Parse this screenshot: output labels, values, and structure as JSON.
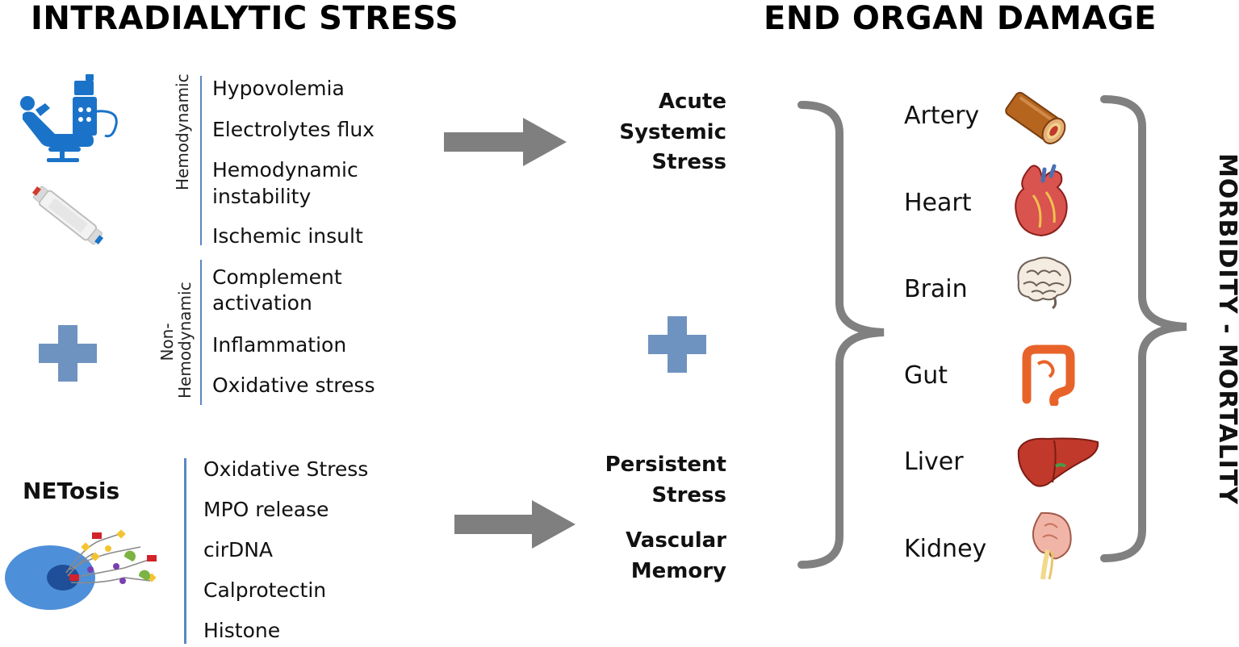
{
  "titles": {
    "left": "INTRADIALYTIC STRESS",
    "right": "END ORGAN DAMAGE"
  },
  "hemodynamic": {
    "label": "Hemodynamic",
    "items": [
      "Hypovolemia",
      "Electrolytes flux",
      "Hemodynamic",
      "instability",
      "Ischemic insult"
    ]
  },
  "non_hemodynamic": {
    "label_line1": "Non-",
    "label_line2": "Hemodynamic",
    "items": [
      "Complement",
      "activation",
      "Inflammation",
      "Oxidative stress"
    ]
  },
  "netosis": {
    "label": "NETosis",
    "items": [
      "Oxidative Stress",
      "MPO release",
      "cirDNA",
      "Calprotectin",
      "Histone"
    ]
  },
  "stress": {
    "acute": [
      "Acute",
      "Systemic",
      "Stress"
    ],
    "persistent": [
      "Persistent",
      "Stress"
    ],
    "vascular": [
      "Vascular",
      "Memory"
    ]
  },
  "organs": [
    {
      "name": "Artery",
      "icon": "artery-icon"
    },
    {
      "name": "Heart",
      "icon": "heart-icon"
    },
    {
      "name": "Brain",
      "icon": "brain-icon"
    },
    {
      "name": "Gut",
      "icon": "gut-icon"
    },
    {
      "name": "Liver",
      "icon": "liver-icon"
    },
    {
      "name": "Kidney",
      "icon": "kidney-icon"
    }
  ],
  "outcome": "MORBIDITY - MORTALITY",
  "colors": {
    "accent_blue": "#1a73c8",
    "plus_blue": "#6f93c0",
    "divider_blue": "#5b86c2",
    "arrow_gray": "#7f7f7f",
    "brace_gray": "#808080"
  }
}
